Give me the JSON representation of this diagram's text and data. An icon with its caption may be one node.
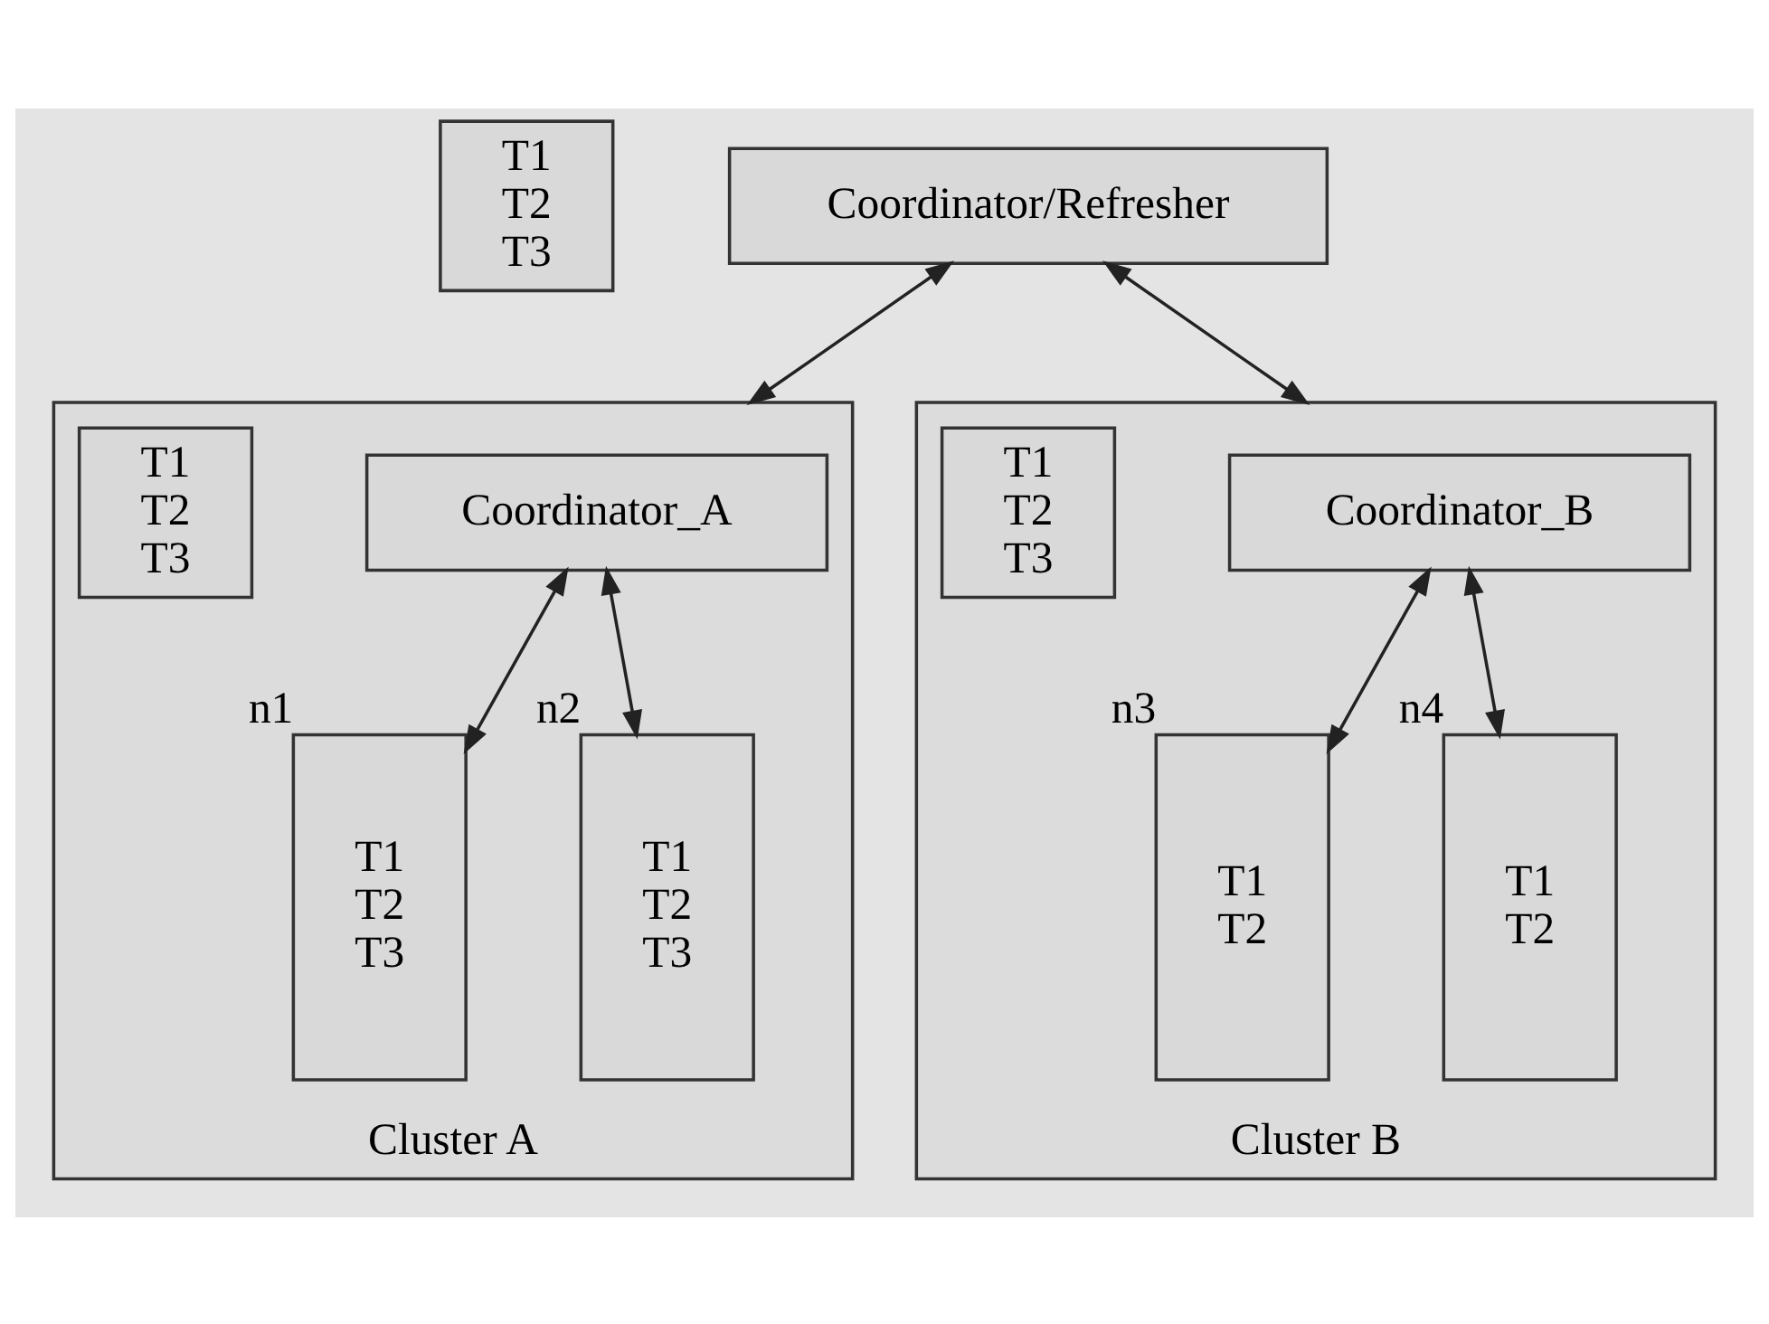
{
  "diagram": {
    "nodes": [
      {
        "text": [
          "T1",
          "T2",
          "T3"
        ]
      },
      {
        "text": [
          "Coordinator/Refresher"
        ]
      },
      {
        "text": [
          "Cluster A"
        ]
      },
      {
        "text": [
          "T1",
          "T2",
          "T3"
        ],
        "in": 2
      },
      {
        "text": [
          "Coordinator_A"
        ],
        "in": 2
      },
      {
        "text": [
          "T1",
          "T2",
          "T3"
        ],
        "beside": [
          "n1"
        ],
        "in": 2
      },
      {
        "text": [
          "T1",
          "T2",
          "T3"
        ],
        "beside": [
          "n2"
        ],
        "in": 2
      },
      {
        "text": [
          "Cluster B"
        ]
      },
      {
        "text": [
          "T1",
          "T2",
          "T3"
        ],
        "in": 7
      },
      {
        "text": [
          "Coordinator_B"
        ],
        "in": 7
      },
      {
        "text": [
          "T1",
          "T2"
        ],
        "beside": [
          "n3"
        ],
        "in": 7
      },
      {
        "text": [
          "T1",
          "T2"
        ],
        "beside": [
          "n4"
        ],
        "in": 7
      }
    ],
    "edges": [
      {
        "from": 1,
        "to": 2,
        "arrow": "both"
      },
      {
        "from": 1,
        "to": 7,
        "arrow": "both"
      },
      {
        "from": 4,
        "to": 5,
        "arrow": "both"
      },
      {
        "from": 4,
        "to": 6,
        "arrow": "both"
      },
      {
        "from": 9,
        "to": 10,
        "arrow": "both"
      },
      {
        "from": 9,
        "to": 11,
        "arrow": "both"
      }
    ]
  }
}
